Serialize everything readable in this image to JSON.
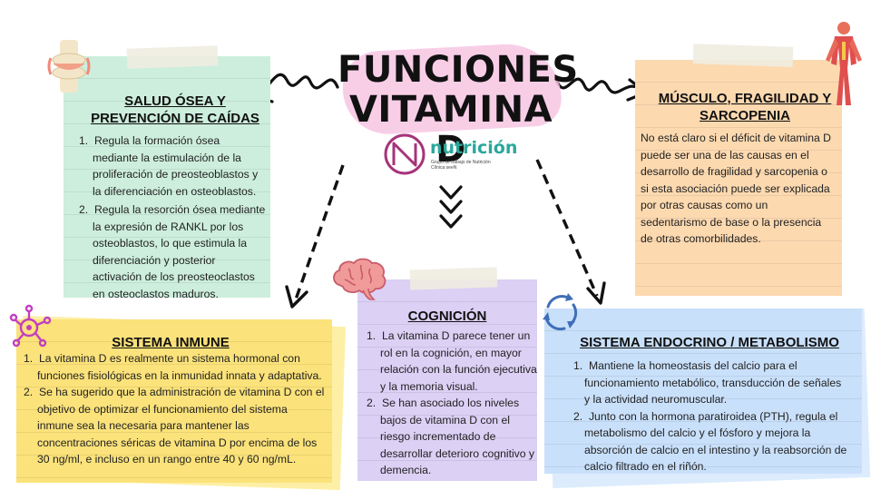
{
  "title": {
    "line1": "FUNCIONES",
    "line2": "VITAMINA D"
  },
  "logo": {
    "word": "nutrición",
    "subtitle": "Grupo de trabajo de Nutrición Clínica seeN",
    "icon": "n-logo-icon"
  },
  "colors": {
    "green": "#cdeedd",
    "orange": "#fdd9b0",
    "yellow": "#fcec90",
    "purple": "#dcd0f5",
    "blue": "#c9e0fb",
    "pink": "#f7c6e3",
    "teal": "#2aa79b",
    "magenta": "#a6347a"
  },
  "cards": {
    "bone": {
      "icon": "knee-joint-icon",
      "heading_l1": "SALUD ÓSEA Y",
      "heading_l2": "PREVENCIÓN DE CAÍDAS",
      "items": [
        {
          "num": "1.",
          "l1": "Regula la formación ósea",
          "l2": "mediante la estimulación de la",
          "l3": "proliferación de preosteoblastos y",
          "l4": "la diferenciación en osteoblastos."
        },
        {
          "num": "2.",
          "l1": "Regula la resorción ósea mediante",
          "l2": "la expresión de RANKL por los",
          "l3": "osteoblastos, lo que estimula la",
          "l4": "diferenciación y posterior",
          "l5": "activación de los preosteoclastos",
          "l6": "en osteoclastos maduros."
        }
      ]
    },
    "muscle": {
      "icon": "muscle-body-icon",
      "heading_l1": "MÚSCULO, FRAGILIDAD Y",
      "heading_l2": "SARCOPENIA",
      "lines": [
        "No está claro si el déficit de vitamina D",
        "puede ser una de las causas en el",
        "desarrollo de fragilidad y sarcopenia o",
        "si esta asociación puede ser explicada",
        "por otras causas como un",
        "sedentarismo de base o la presencia",
        "de otras comorbilidades."
      ]
    },
    "immune": {
      "icon": "virus-molecule-icon",
      "heading": "SISTEMA INMUNE",
      "items": [
        {
          "num": "1.",
          "l1": "La vitamina D es realmente un sistema hormonal con",
          "l2": "funciones fisiológicas en la inmunidad innata y adaptativa."
        },
        {
          "num": "2.",
          "l1": "Se ha sugerido que la administración de vitamina D con el",
          "l2": "objetivo de optimizar el funcionamiento del sistema",
          "l3": "inmune sea la necesaria para mantener las",
          "l4": "concentraciones séricas de vitamina D por encima de los",
          "l5": "30 ng/ml, e incluso en un rango entre 40 y 60 ng/mL."
        }
      ]
    },
    "cognition": {
      "icon": "brain-icon",
      "heading": "COGNICIÓN",
      "items": [
        {
          "num": "1.",
          "l1": "La vitamina D  parece tener un",
          "l2": "rol en la cognición, en mayor",
          "l3": "relación con la función ejecutiva",
          "l4": "y la memoria visual."
        },
        {
          "num": "2.",
          "l1": "Se han asociado los niveles",
          "l2": "bajos de vitamina D con el",
          "l3": "riesgo incrementado de",
          "l4": "desarrollar deterioro cognitivo y",
          "l5": "demencia."
        }
      ]
    },
    "endocrine": {
      "icon": "cycle-arrows-icon",
      "heading": "SISTEMA ENDOCRINO / METABOLISMO",
      "items": [
        {
          "num": "1.",
          "l1": "Mantiene la homeostasis del calcio para el",
          "l2": "funcionamiento metabólico, transducción de señales",
          "l3": "y la actividad neuromuscular."
        },
        {
          "num": "2.",
          "l1": "Junto con la hormona paratiroidea (PTH), regula el",
          "l2": "metabolismo del calcio y el fósforo y mejora la",
          "l3": "absorción de calcio en el intestino y la reabsorción de",
          "l4": "calcio filtrado en el riñón."
        }
      ]
    }
  }
}
